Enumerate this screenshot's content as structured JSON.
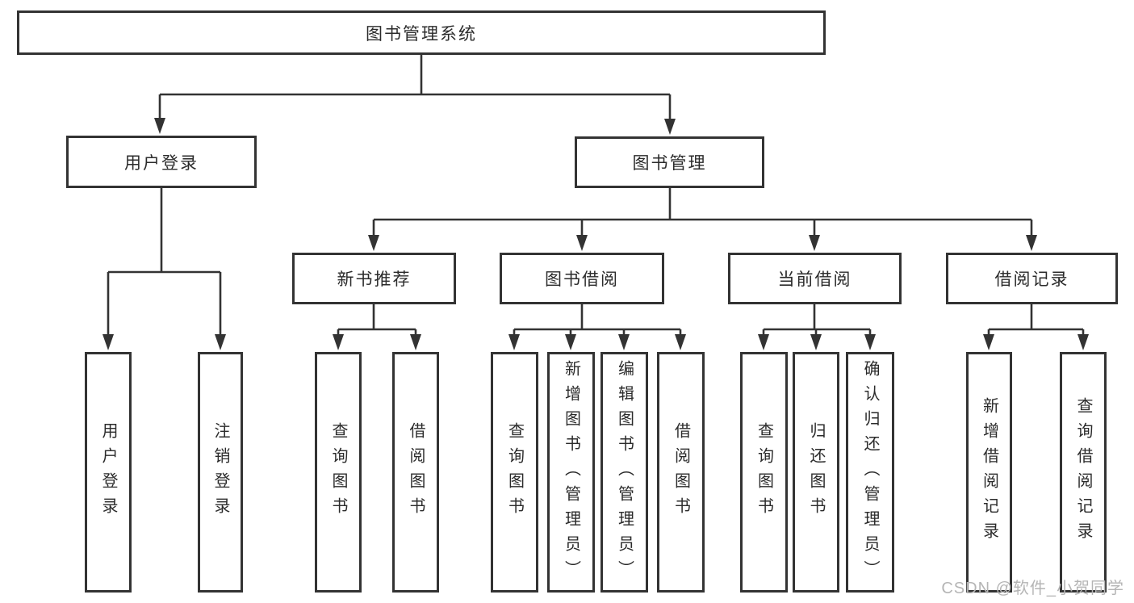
{
  "page": {
    "background": "#ffffff",
    "line_color": "#333333",
    "text_color": "#2b2b2b",
    "watermark_color": "#b5b5b5"
  },
  "watermark": "CSDN @软件_小贺同学",
  "tree": {
    "root": {
      "label": "图书管理系统"
    },
    "level2": [
      "用户登录",
      "图书管理"
    ],
    "level3": [
      "新书推荐",
      "图书借阅",
      "当前借阅",
      "借阅记录"
    ],
    "leaves": {
      "user_login": [
        "用户登录",
        "注销登录"
      ],
      "new_book": [
        "查询图书",
        "借阅图书"
      ],
      "book_borrow": [
        "查询图书",
        "新增图书（管理员）",
        "编辑图书（管理员）",
        "借阅图书"
      ],
      "current_borrow": [
        "查询图书",
        "归还图书",
        "确认归还（管理员）"
      ],
      "borrow_record": [
        "新增借阅记录",
        "查询借阅记录"
      ]
    }
  }
}
